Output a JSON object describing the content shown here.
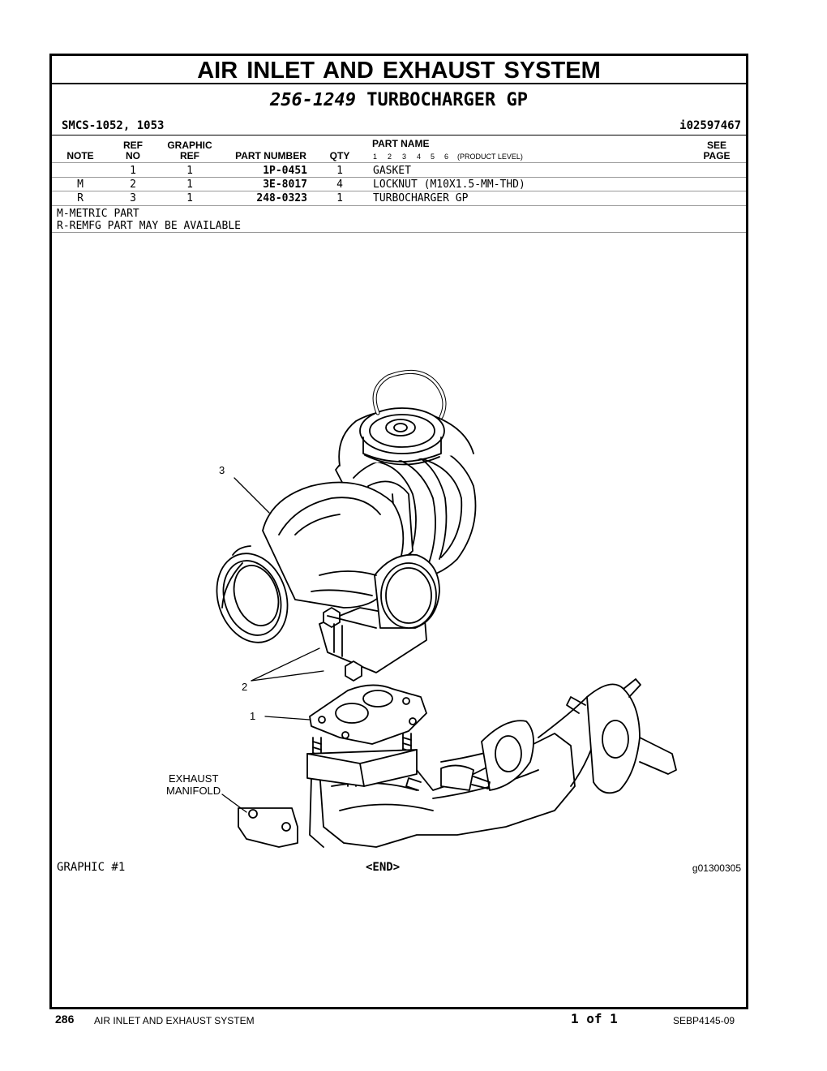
{
  "header": {
    "title": "AIR INLET AND EXHAUST SYSTEM",
    "group_number": "256-1249",
    "group_name": "TURBOCHARGER GP",
    "smcs": "SMCS-1052, 1053",
    "illustration_id": "i02597467"
  },
  "columns": {
    "note": "NOTE",
    "ref_top": "REF",
    "ref_bottom": "NO",
    "graphic_top": "GRAPHIC",
    "graphic_bottom": "REF",
    "part_number": "PART NUMBER",
    "qty": "QTY",
    "part_name": "PART NAME",
    "levels": [
      "1",
      "2",
      "3",
      "4",
      "5",
      "6"
    ],
    "product_level": "(PRODUCT LEVEL)",
    "see_top": "SEE",
    "see_bottom": "PAGE"
  },
  "parts": [
    {
      "note": "",
      "ref": "1",
      "graphic": "1",
      "part_number": "1P-0451",
      "qty": "1",
      "name": "GASKET"
    },
    {
      "note": "M",
      "ref": "2",
      "graphic": "1",
      "part_number": "3E-8017",
      "qty": "4",
      "name": "LOCKNUT (M10X1.5-MM-THD)"
    },
    {
      "note": "R",
      "ref": "3",
      "graphic": "1",
      "part_number": "248-0323",
      "qty": "1",
      "name": "TURBOCHARGER GP"
    }
  ],
  "notes": [
    "M-METRIC PART",
    "R-REMFG PART MAY BE AVAILABLE"
  ],
  "figure": {
    "callouts": [
      "3",
      "2",
      "1"
    ],
    "manifold_label_1": "EXHAUST",
    "manifold_label_2": "MANIFOLD",
    "graphic_label": "GRAPHIC #1",
    "end_label": "<END>",
    "graphic_number": "g01300305"
  },
  "footer": {
    "page": "286",
    "section": "AIR INLET AND EXHAUST SYSTEM",
    "page_of": "1 of 1",
    "doc_number": "SEBP4145-09"
  }
}
